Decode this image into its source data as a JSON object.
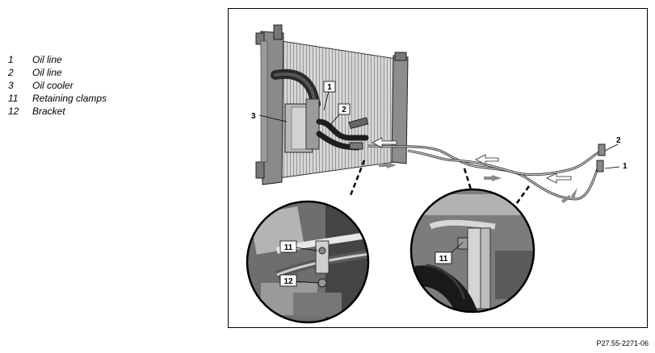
{
  "legend": {
    "items": [
      {
        "num": "1",
        "label": "Oil line"
      },
      {
        "num": "2",
        "label": "Oil line"
      },
      {
        "num": "3",
        "label": "Oil cooler"
      },
      {
        "num": "11",
        "label": "Retaining clamps"
      },
      {
        "num": "12",
        "label": "Bracket"
      }
    ]
  },
  "diagram": {
    "callouts": {
      "c1_main": "1",
      "c2_main": "2",
      "c3_main": "3",
      "c2_right": "2",
      "c1_right": "1",
      "c11_left": "11",
      "c12_left": "12",
      "c11_right": "11"
    }
  },
  "figure_ref": "P27.55-2271-06"
}
